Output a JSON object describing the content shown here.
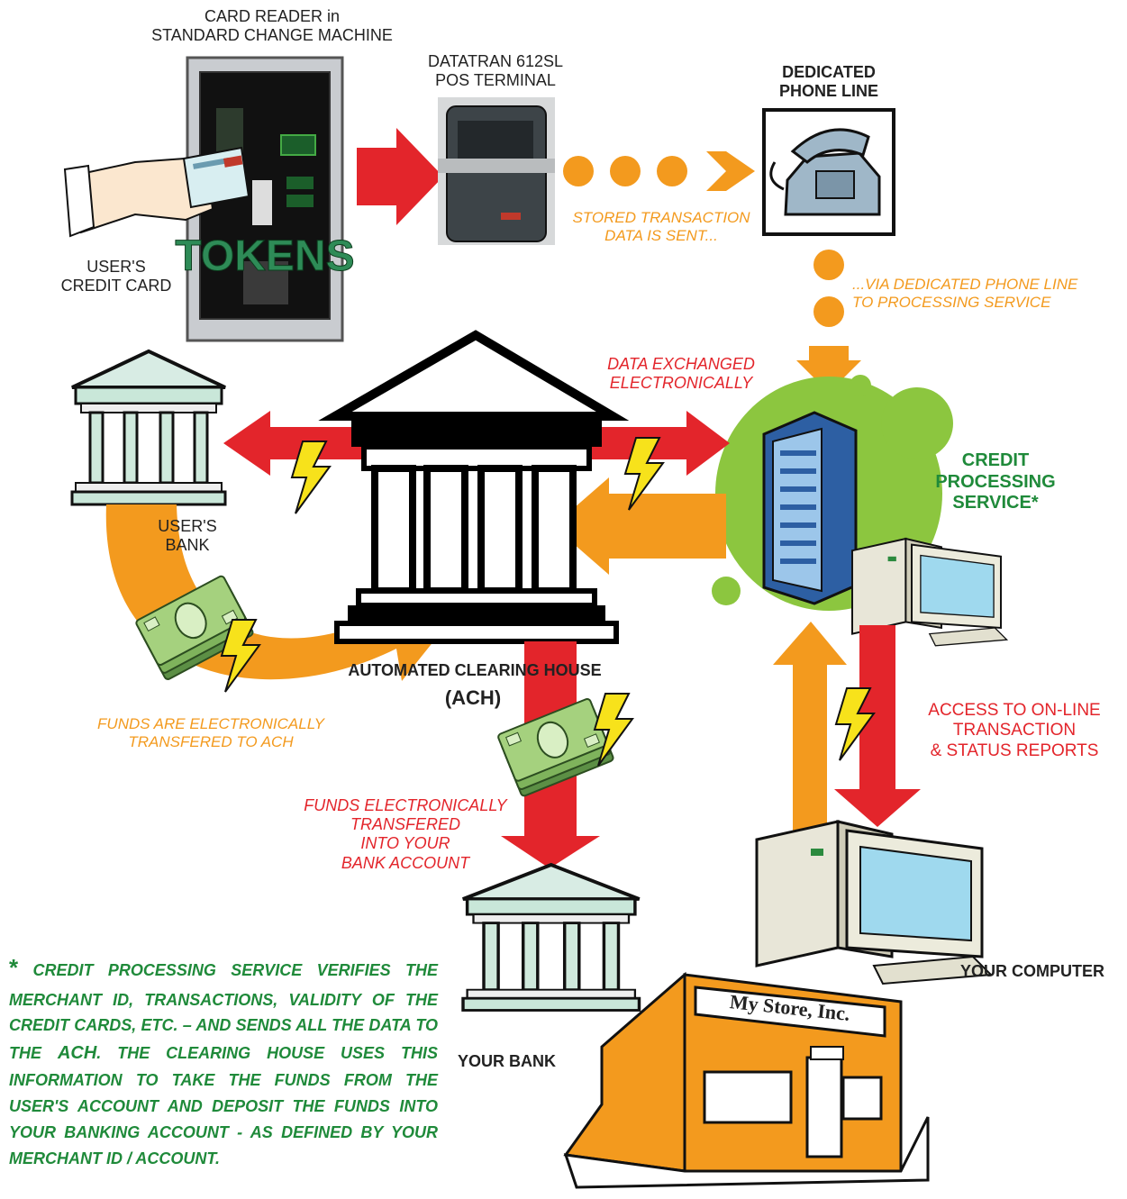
{
  "labels": {
    "card_reader": "CARD READER in\nSTANDARD CHANGE MACHINE",
    "tokens": "TOKENS",
    "pos_terminal": "DATATRAN 612SL\nPOS TERMINAL",
    "phone_line": "DEDICATED\nPHONE LINE",
    "users_credit_card": "USER'S\nCREDIT CARD",
    "stored_data": "STORED TRANSACTION\nDATA IS SENT...",
    "via_phone_line": "...VIA DEDICATED PHONE LINE\nTO PROCESSING SERVICE",
    "data_exchanged": "DATA EXCHANGED\nELECTRONICALLY",
    "users_bank": "USER'S\nBANK",
    "credit_processing": "CREDIT\nPROCESSING\nSERVICE*",
    "ach_name": "AUTOMATED CLEARING HOUSE",
    "ach_abbr": "(ACH)",
    "funds_to_ach": "FUNDS ARE ELECTRONICALLY\nTRANSFERED TO ACH",
    "access_reports": "ACCESS TO ON-LINE\nTRANSACTION\n& STATUS REPORTS",
    "funds_to_account": "FUNDS ELECTRONICALLY\nTRANSFERED\nINTO YOUR\nBANK ACCOUNT",
    "your_computer": "YOUR COMPUTER",
    "your_bank": "YOUR BANK",
    "store_sign": "My Store, Inc."
  },
  "footnote": {
    "star": "*",
    "part1": " CREDIT PROCESSING SERVICE VERIFIES THE MERCHANT ID, TRANSACTIONS, VALIDITY OF THE CREDIT CARDS, ETC. – AND SENDS ALL THE DATA TO THE ",
    "emph": "ACH",
    "part2": ". THE CLEARING HOUSE USES THIS INFORMATION TO TAKE THE FUNDS FROM THE USER'S ACCOUNT AND DEPOSIT THE FUNDS INTO YOUR BANKING ACCOUNT - AS DEFINED BY YOUR MERCHANT ID / ACCOUNT."
  },
  "colors": {
    "orange": "#f39a1e",
    "red": "#e3252b",
    "green": "#1f8a3a",
    "lime": "#8cc63f",
    "bolt": "#f7e21b",
    "money": "#8bbf66"
  },
  "icons": [
    "hand-card-icon",
    "change-machine-icon",
    "pos-terminal-icon",
    "telephone-icon",
    "bank-icon",
    "ach-building-icon",
    "server-icon",
    "computer-icon",
    "money-icon",
    "lightning-icon",
    "store-icon"
  ]
}
